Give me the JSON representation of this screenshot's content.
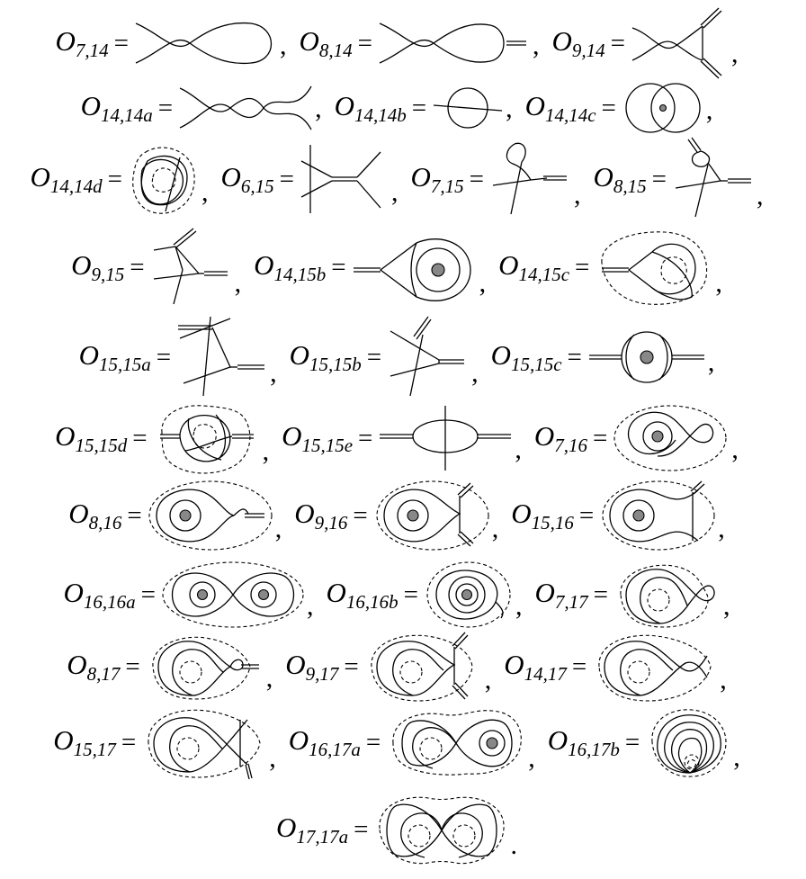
{
  "equations": [
    {
      "id": "7_14",
      "name": "O",
      "sub": "7,14",
      "eq": "=",
      "sep": ","
    },
    {
      "id": "8_14",
      "name": "O",
      "sub": "8,14",
      "eq": "=",
      "sep": ","
    },
    {
      "id": "9_14",
      "name": "O",
      "sub": "9,14",
      "eq": "=",
      "sep": ","
    },
    {
      "id": "14_14a",
      "name": "O",
      "sub": "14,14a",
      "eq": "=",
      "sep": ","
    },
    {
      "id": "14_14b",
      "name": "O",
      "sub": "14,14b",
      "eq": "=",
      "sep": ","
    },
    {
      "id": "14_14c",
      "name": "O",
      "sub": "14,14c",
      "eq": "=",
      "sep": ","
    },
    {
      "id": "14_14d",
      "name": "O",
      "sub": "14,14d",
      "eq": "=",
      "sep": ","
    },
    {
      "id": "6_15",
      "name": "O",
      "sub": "6,15",
      "eq": "=",
      "sep": ","
    },
    {
      "id": "7_15",
      "name": "O",
      "sub": "7,15",
      "eq": "=",
      "sep": ","
    },
    {
      "id": "8_15",
      "name": "O",
      "sub": "8,15",
      "eq": "=",
      "sep": ","
    },
    {
      "id": "9_15",
      "name": "O",
      "sub": "9,15",
      "eq": "=",
      "sep": ","
    },
    {
      "id": "14_15b",
      "name": "O",
      "sub": "14,15b",
      "eq": "=",
      "sep": ","
    },
    {
      "id": "14_15c",
      "name": "O",
      "sub": "14,15c",
      "eq": "=",
      "sep": ","
    },
    {
      "id": "15_15a",
      "name": "O",
      "sub": "15,15a",
      "eq": "=",
      "sep": ","
    },
    {
      "id": "15_15b",
      "name": "O",
      "sub": "15,15b",
      "eq": "=",
      "sep": ","
    },
    {
      "id": "15_15c",
      "name": "O",
      "sub": "15,15c",
      "eq": "=",
      "sep": ","
    },
    {
      "id": "15_15d",
      "name": "O",
      "sub": "15,15d",
      "eq": "=",
      "sep": ","
    },
    {
      "id": "15_15e",
      "name": "O",
      "sub": "15,15e",
      "eq": "=",
      "sep": ","
    },
    {
      "id": "7_16",
      "name": "O",
      "sub": "7,16",
      "eq": "=",
      "sep": ","
    },
    {
      "id": "8_16",
      "name": "O",
      "sub": "8,16",
      "eq": "=",
      "sep": ","
    },
    {
      "id": "9_16",
      "name": "O",
      "sub": "9,16",
      "eq": "=",
      "sep": ","
    },
    {
      "id": "15_16",
      "name": "O",
      "sub": "15,16",
      "eq": "=",
      "sep": ","
    },
    {
      "id": "16_16a",
      "name": "O",
      "sub": "16,16a",
      "eq": "=",
      "sep": ","
    },
    {
      "id": "16_16b",
      "name": "O",
      "sub": "16,16b",
      "eq": "=",
      "sep": ","
    },
    {
      "id": "7_17",
      "name": "O",
      "sub": "7,17",
      "eq": "=",
      "sep": ","
    },
    {
      "id": "8_17",
      "name": "O",
      "sub": "8,17",
      "eq": "=",
      "sep": ","
    },
    {
      "id": "9_17",
      "name": "O",
      "sub": "9,17",
      "eq": "=",
      "sep": ","
    },
    {
      "id": "14_17",
      "name": "O",
      "sub": "14,17",
      "eq": "=",
      "sep": ","
    },
    {
      "id": "15_17",
      "name": "O",
      "sub": "15,17",
      "eq": "=",
      "sep": ","
    },
    {
      "id": "16_17a",
      "name": "O",
      "sub": "16,17a",
      "eq": "=",
      "sep": ","
    },
    {
      "id": "16_17b",
      "name": "O",
      "sub": "16,17b",
      "eq": "=",
      "sep": ","
    },
    {
      "id": "17_17a",
      "name": "O",
      "sub": "17,17a",
      "eq": "=",
      "sep": "."
    }
  ]
}
